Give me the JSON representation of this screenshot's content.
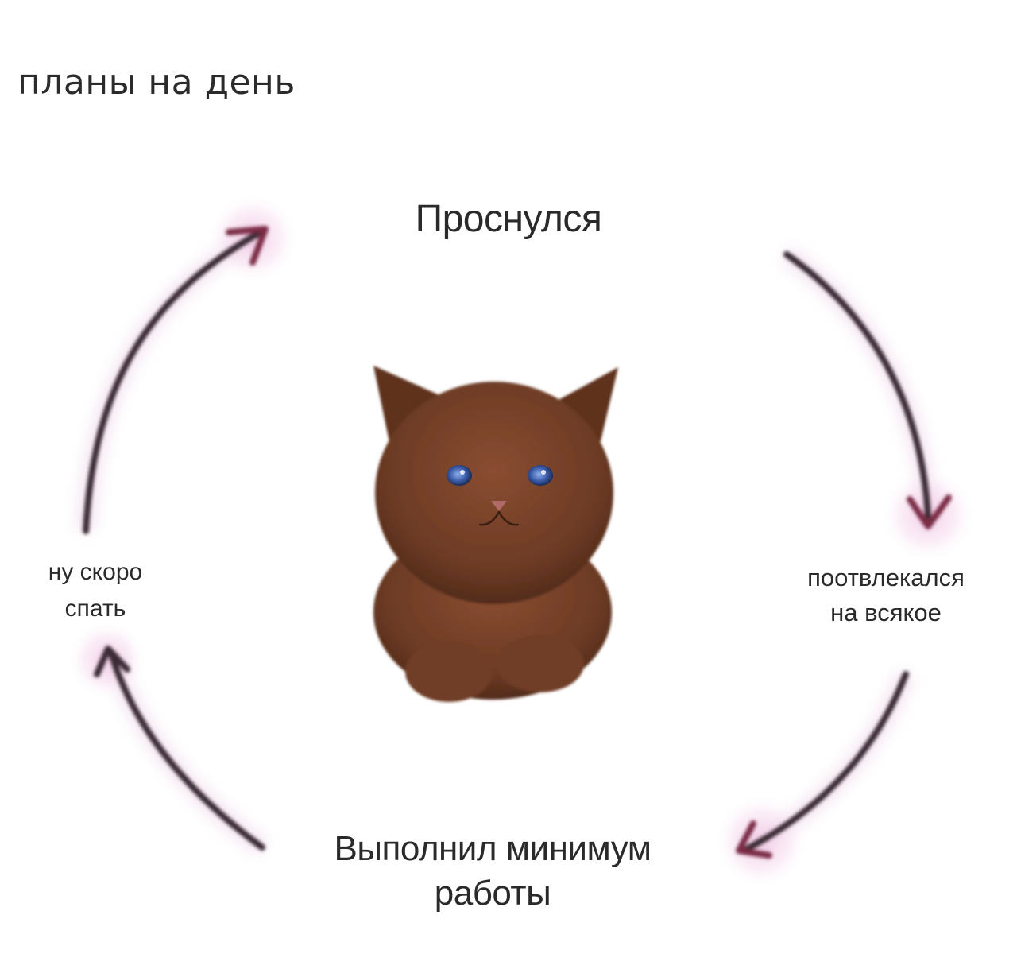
{
  "title": "планы на день",
  "cycle": {
    "nodes": [
      {
        "id": "woke",
        "lines": [
          "Проснулся"
        ]
      },
      {
        "id": "distracted",
        "lines": [
          "поотвлекался",
          "на всякое"
        ]
      },
      {
        "id": "minimum",
        "lines": [
          "Выполнил минимум",
          "работы"
        ]
      },
      {
        "id": "sleep",
        "lines": [
          "ну скоро",
          "спать"
        ]
      }
    ],
    "edges": [
      {
        "from": "woke",
        "to": "distracted"
      },
      {
        "from": "distracted",
        "to": "minimum"
      },
      {
        "from": "minimum",
        "to": "sleep"
      },
      {
        "from": "sleep",
        "to": "woke"
      }
    ]
  },
  "center_image": {
    "icon": "kitten-icon",
    "fur_color": "#6b3a24",
    "eye_color": "#3a5aa8"
  },
  "colors": {
    "arrow": "#3b2a35",
    "arrowhead": "#7a2a45",
    "glow": "#f2c9e6",
    "text": "#2a2a2a"
  }
}
